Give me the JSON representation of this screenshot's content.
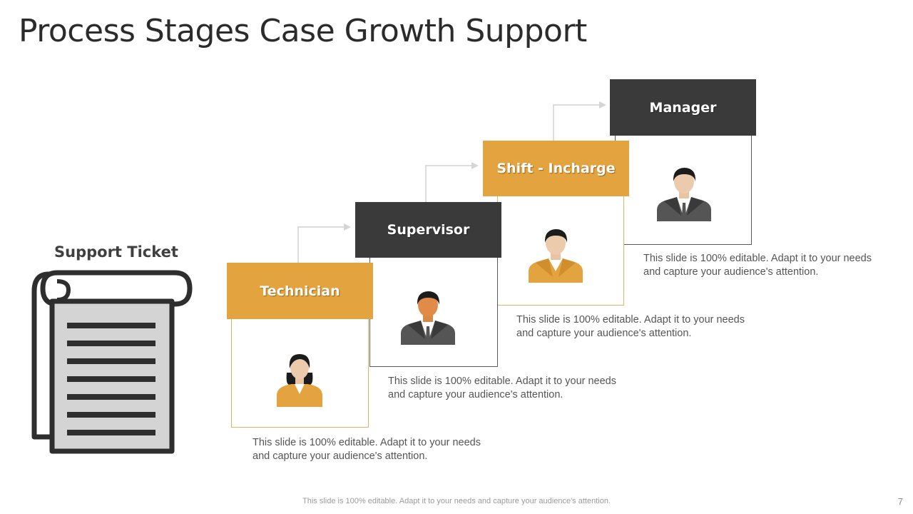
{
  "slide": {
    "title": "Process Stages Case Growth Support",
    "footer": "This slide is 100% editable. Adapt it to your needs and capture your audience's attention.",
    "page_number": "7"
  },
  "ticket": {
    "label": "Support Ticket",
    "icon": "scroll-document-icon"
  },
  "colors": {
    "accent": "#E3A33E",
    "dark": "#3A3A3A",
    "gold_border": "#E1B266",
    "dark_border": "#5A5A5A",
    "connector": "#CFCFCF"
  },
  "stages": [
    {
      "title": "Technician",
      "style": "accent",
      "icon": "female-user-icon",
      "description": "This slide is 100% editable. Adapt it to your needs and capture your audience's attention."
    },
    {
      "title": "Supervisor",
      "style": "dark",
      "icon": "male-user-icon",
      "description": "This slide is 100% editable. Adapt it to your needs and capture your audience's attention."
    },
    {
      "title": "Shift - Incharge",
      "style": "accent",
      "icon": "male-user-icon",
      "description": "This slide is 100% editable. Adapt it to your needs and capture your audience's attention."
    },
    {
      "title": "Manager",
      "style": "dark",
      "icon": "male-user-icon",
      "description": "This slide is 100% editable. Adapt it to your needs and capture your audience's attention."
    }
  ]
}
